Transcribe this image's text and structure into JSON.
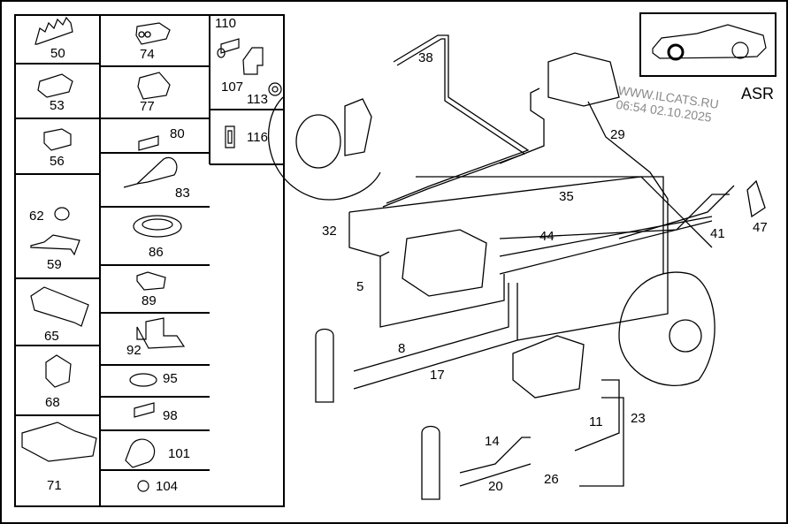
{
  "diagram": {
    "title": "ASR brake line diagram",
    "variant_label": "ASR",
    "variant_icon": "car-rear-wheel-highlight-icon",
    "watermark": {
      "line1": "WWW.ILCATS.RU",
      "line2": "06:54 02.10.2025"
    },
    "parts_grid": {
      "col1": [
        {
          "label": "50",
          "icon": "multi-clip-icon"
        },
        {
          "label": "53",
          "icon": "triple-clip-icon"
        },
        {
          "label": "56",
          "icon": "block-clip-icon"
        },
        {
          "label": "62",
          "icon": "nut-icon"
        },
        {
          "label": "59",
          "icon": "bracket-icon"
        },
        {
          "label": "65",
          "icon": "line-clip-icon"
        },
        {
          "label": "68",
          "icon": "clip-holder-icon"
        },
        {
          "label": "71",
          "icon": "double-clip-icon"
        }
      ],
      "col2": [
        {
          "label": "74",
          "icon": "double-clip-icon"
        },
        {
          "label": "77",
          "icon": "double-clip-icon"
        },
        {
          "label": "80",
          "icon": "spacer-icon"
        },
        {
          "label": "83",
          "icon": "cable-tie-icon"
        },
        {
          "label": "86",
          "icon": "grommet-icon"
        },
        {
          "label": "89",
          "icon": "comb-clip-icon"
        },
        {
          "label": "92",
          "icon": "bracket-icon"
        },
        {
          "label": "95",
          "icon": "rubber-mount-icon"
        },
        {
          "label": "98",
          "icon": "spacer-icon"
        },
        {
          "label": "101",
          "icon": "pipe-clamp-icon"
        },
        {
          "label": "104",
          "icon": "grommet-small-icon"
        }
      ],
      "col3": [
        {
          "label": "110",
          "icon": "spacer-icon"
        },
        {
          "label": "107",
          "icon": "bracket-icon"
        },
        {
          "label": "113",
          "icon": "nut-icon"
        },
        {
          "label": "116",
          "icon": "rubber-hanger-icon"
        }
      ]
    },
    "callouts": [
      "38",
      "29",
      "35",
      "32",
      "44",
      "5",
      "41",
      "47",
      "8",
      "17",
      "11",
      "23",
      "14",
      "26",
      "20"
    ]
  }
}
